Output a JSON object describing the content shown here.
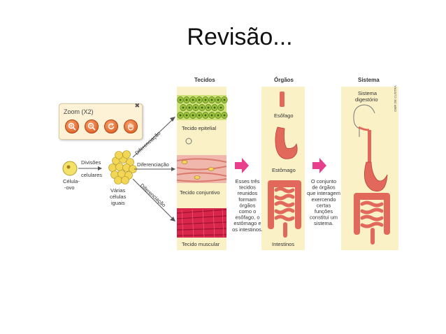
{
  "slide": {
    "title": "Revisão..."
  },
  "zoom": {
    "label": "Zoom (X2)",
    "close": "✖",
    "buttons": [
      "zoom-in",
      "zoom-out",
      "rotate",
      "pan"
    ]
  },
  "diagram": {
    "headers": {
      "tissues": "Tecidos",
      "organs": "Órgãos",
      "system": "Sistema"
    },
    "cell": {
      "label_1": "Célula-",
      "label_2": "-ovo"
    },
    "divisions": {
      "line_1": "Divisões",
      "line_2": "celulares"
    },
    "cells_cluster": {
      "line_1": "Várias",
      "line_2": "células",
      "line_3": "iguais"
    },
    "arrows": {
      "top": "Diferenciação",
      "middle": "Diferenciação",
      "bottom": "Diferenciação"
    },
    "tissues": {
      "epithelial": "Tecido epitelial",
      "connective": "Tecido conjuntivo",
      "muscular": "Tecido muscular"
    },
    "organs_note": [
      "Esses três",
      "tecidos",
      "reunidos",
      "formam",
      "órgãos",
      "como o",
      "esôfago, o",
      "estômago e",
      "os intestinos."
    ],
    "organs": {
      "esophagus": "Esôfago",
      "stomach": "Estômago",
      "intestines": "Intestinos"
    },
    "system_note": [
      "O conjunto",
      "de órgãos",
      "que interagem",
      "exercendo",
      "certas",
      "funções",
      "constitui um",
      "sistema."
    ],
    "system": {
      "label_1": "Sistema",
      "label_2": "digestório"
    },
    "credit": "OMR DE CUSTRA"
  },
  "colors": {
    "panel_bg": "#fbf1c7",
    "arrow_pink": "#e83e8c",
    "tissue_epithelial": "#9bc23c",
    "tissue_connective": "#e9a49a",
    "tissue_muscular": "#d8254a",
    "organ": "#e2685c"
  }
}
